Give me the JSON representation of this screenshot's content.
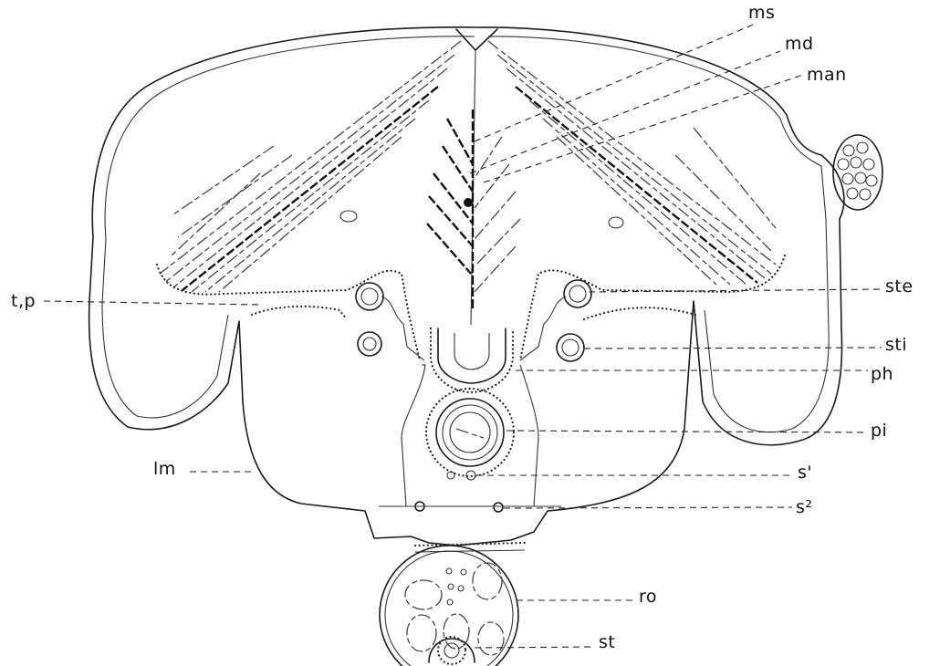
{
  "labels": {
    "ms": "ms",
    "md": "md",
    "man": "man",
    "tp": "t,p",
    "ste": "ste",
    "sti": "sti",
    "ph": "ph",
    "pi": "pi",
    "lm": "lm",
    "s1": "s'",
    "s2": "s²",
    "ro": "ro",
    "st": "st"
  }
}
